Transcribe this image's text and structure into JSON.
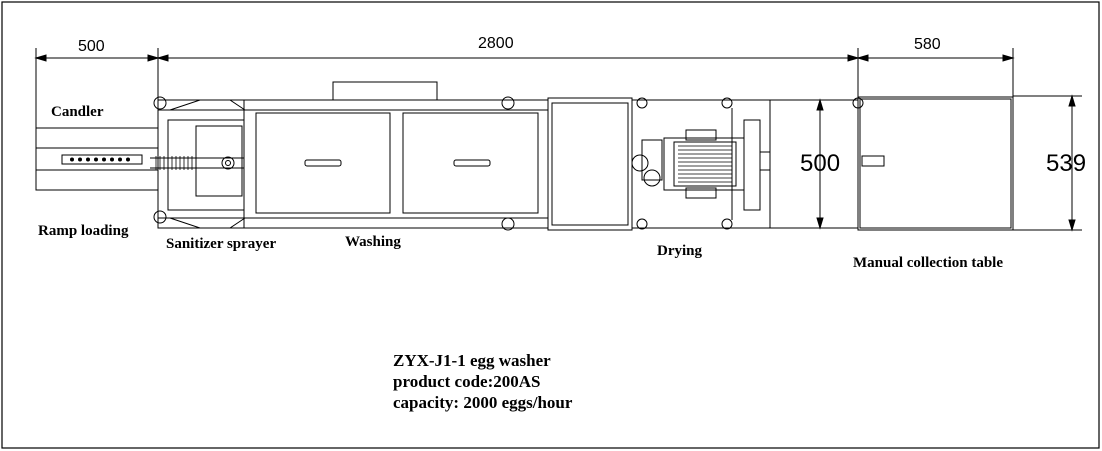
{
  "dimensions": {
    "top_candler": "500",
    "top_main": "2800",
    "top_table": "580",
    "width_drying": "500",
    "width_table": "539"
  },
  "labels": {
    "candler": "Candler",
    "ramp_loading": "Ramp loading",
    "sanitizer": "Sanitizer sprayer",
    "washing": "Washing",
    "drying": "Drying",
    "collection": "Manual collection table"
  },
  "info": {
    "model": "ZYX-J1-1 egg washer",
    "product_code": "product code:200AS",
    "capacity": "capacity: 2000 eggs/hour"
  }
}
